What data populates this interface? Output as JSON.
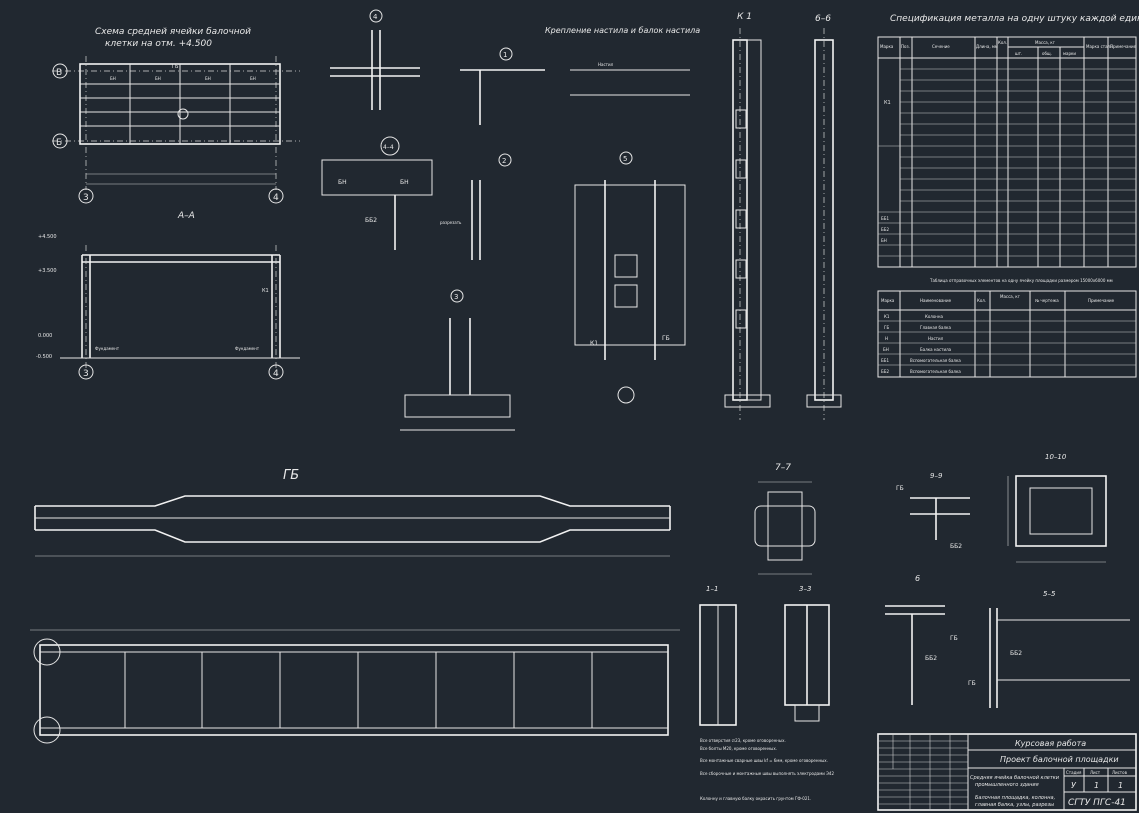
{
  "views": {
    "scheme_title_1": "Схема средней ячейки балочной",
    "scheme_title_2": "клетки на отм. +4.500",
    "axis_v": "В",
    "axis_b": "Б",
    "axis_3": "3",
    "axis_4": "4",
    "label_gb": "ГБ",
    "label_bn": "БН",
    "section_aa": "А–А",
    "lvl_4500": "+4.500",
    "lvl_3500": "+3.500",
    "lvl_0": "0.000",
    "lvl_m05": "-0.500",
    "label_k1": "К1",
    "label_bb2": "ББ2",
    "label_bb1": "ББ1",
    "fastening_title": "Крепление настила и балок настила",
    "node_1": "1",
    "node_2": "2",
    "node_3": "3",
    "node_4": "4",
    "node_5": "5",
    "section_44": "4–4",
    "section_66": "6–6",
    "column_k1": "К 1",
    "beam_gb": "ГБ",
    "section_77": "7–7",
    "section_99": "9–9",
    "section_1010": "10–10",
    "section_11": "1–1",
    "section_33": "3–3",
    "section_55": "5–5",
    "view_6": "6",
    "nastil": "Настил",
    "razrezat": "разрезать",
    "fundament": "Фундамент"
  },
  "spec": {
    "title": "Спецификация металла на одну штуку каждой единицы",
    "headers": [
      "Марка",
      "Поз.",
      "Сечение",
      "Длина, мм",
      "Кол.",
      "Масса, кг",
      "Марка стали",
      "Примечание"
    ],
    "mass_sub": [
      "шт.",
      "общ.",
      "марки"
    ]
  },
  "elements_table": {
    "caption": "Таблица отправочных элементов на одну ячейку площадки размером 15000х6000 мм",
    "headers": [
      "Марка",
      "Наименование",
      "Кол.",
      "Масса, кг",
      "№ чертежа",
      "Примечание"
    ],
    "rows": [
      {
        "mark": "К1",
        "name": "Колонна"
      },
      {
        "mark": "ГБ",
        "name": "Главная балка"
      },
      {
        "mark": "Н",
        "name": "Настил"
      },
      {
        "mark": "БН",
        "name": "Балка настила"
      },
      {
        "mark": "ББ1",
        "name": "Вспомогательная балка"
      },
      {
        "mark": "ББ2",
        "name": "Вспомогательная балка"
      }
    ]
  },
  "title_block": {
    "work": "Курсовая работа",
    "project": "Проект балочной площадки",
    "sheet_desc_1": "Средняя ячейка балочной клетки",
    "sheet_desc_2": "промышленного здания",
    "sheet_desc_3": "Балочная площадка, колонна,",
    "sheet_desc_4": "главная балка, узлы, разрезы",
    "stage_h": "Стадия",
    "sheet_h": "Лист",
    "sheets_h": "Листов",
    "stage": "У",
    "sheet": "1",
    "sheets": "1",
    "org": "СГТУ ПГС-41"
  },
  "notes": [
    "Все отверстия ∅23, кроме оговоренных.",
    "Все болты М20, кроме оговоренных.",
    "Все монтажные сварные швы kf = 6мм, кроме оговоренных.",
    "Все сборочные и монтажные швы выполнять электродами Э42",
    "Колонну и главную балку окрасить грунтом ГФ-021."
  ]
}
